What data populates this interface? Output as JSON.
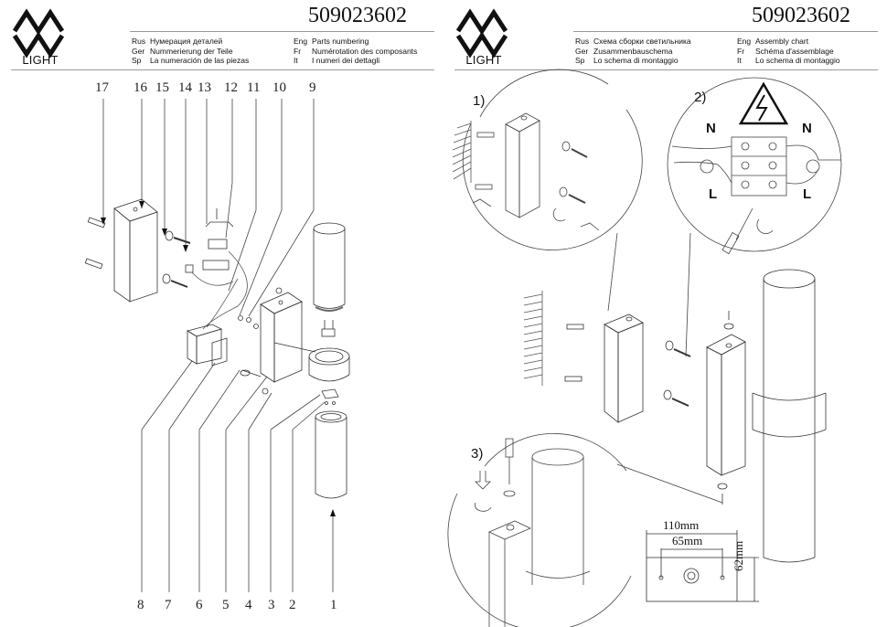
{
  "left_page": {
    "logo_text": "LIGHT",
    "doc_number": "509023602",
    "title_translations": [
      {
        "code": "Rus",
        "text": "Нумерация деталей"
      },
      {
        "code": "Ger",
        "text": "Nummerierung der Teile"
      },
      {
        "code": "Sp",
        "text": "La numeración de las piezas"
      },
      {
        "code": "Eng",
        "text": "Parts numbering"
      },
      {
        "code": "Fr",
        "text": "Numérotation des composants"
      },
      {
        "code": "It",
        "text": "I numeri dei dettagli"
      }
    ],
    "top_part_numbers": [
      "17",
      "16",
      "15",
      "14",
      "13",
      "12",
      "11",
      "10",
      "9"
    ],
    "bottom_part_numbers": [
      "8",
      "7",
      "6",
      "5",
      "4",
      "3",
      "2",
      "1"
    ]
  },
  "right_page": {
    "logo_text": "LIGHT",
    "doc_number": "509023602",
    "title_translations": [
      {
        "code": "Rus",
        "text": "Схема сборки светильника"
      },
      {
        "code": "Ger",
        "text": "Zusammenbauschema"
      },
      {
        "code": "Sp",
        "text": "Lo schema di montaggio"
      },
      {
        "code": "Eng",
        "text": "Assembly chart"
      },
      {
        "code": "Fr",
        "text": "Schéma d'assemblage"
      },
      {
        "code": "It",
        "text": "Lo schema di montaggio"
      }
    ],
    "steps": [
      "1)",
      "2)",
      "3)"
    ],
    "wiring_labels": {
      "neutral_left": "N",
      "neutral_right": "N",
      "live_left": "L",
      "live_right": "L"
    },
    "dimensions": {
      "width": "110mm",
      "hole_spacing": "65mm",
      "height": "62mm"
    }
  }
}
